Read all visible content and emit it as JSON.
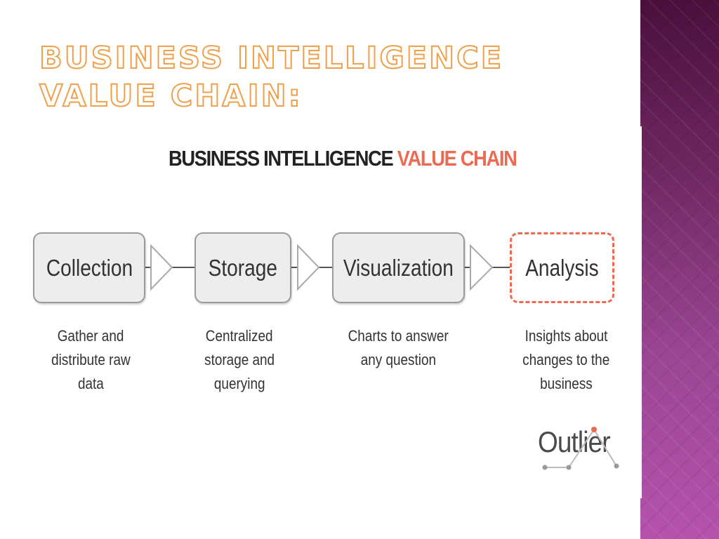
{
  "slide": {
    "title": "Business Intelligence Value Chain:"
  },
  "diagram": {
    "title_main": "BUSINESS INTELLIGENCE",
    "title_accent": "VALUE CHAIN",
    "accent_color": "#ec6a52",
    "stages": [
      {
        "label": "Collection",
        "description": [
          "Gather and",
          "distribute raw",
          "data"
        ]
      },
      {
        "label": "Storage",
        "description": [
          "Centralized",
          "storage and",
          "querying"
        ]
      },
      {
        "label": "Visualization",
        "description": [
          "Charts to answer",
          "any question"
        ]
      },
      {
        "label": "Analysis",
        "description": [
          "Insights about",
          "changes to the",
          "business"
        ]
      }
    ],
    "logo_text": "Outlier"
  },
  "theme": {
    "side_panel_gradient": [
      "#4a0f3c",
      "#b552ad"
    ],
    "title_outline_color": "#f0a04b"
  }
}
